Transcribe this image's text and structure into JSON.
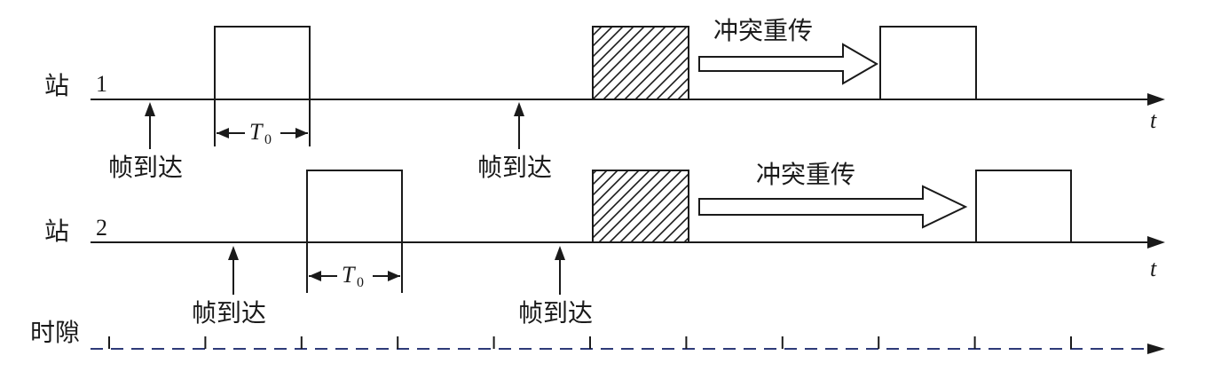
{
  "station1": {
    "label": "站",
    "number": "1"
  },
  "station2": {
    "label": "站",
    "number": "2"
  },
  "slots": {
    "label": "时隙"
  },
  "axis_symbol": "t",
  "frame_arrival_label": "帧到达",
  "frame_time": {
    "symbol": "T",
    "subscript": "0"
  },
  "collision_retransmit_label": "冲突重传",
  "colors": {
    "ink": "#1a1a1a",
    "slot_line": "#2e3a78"
  }
}
